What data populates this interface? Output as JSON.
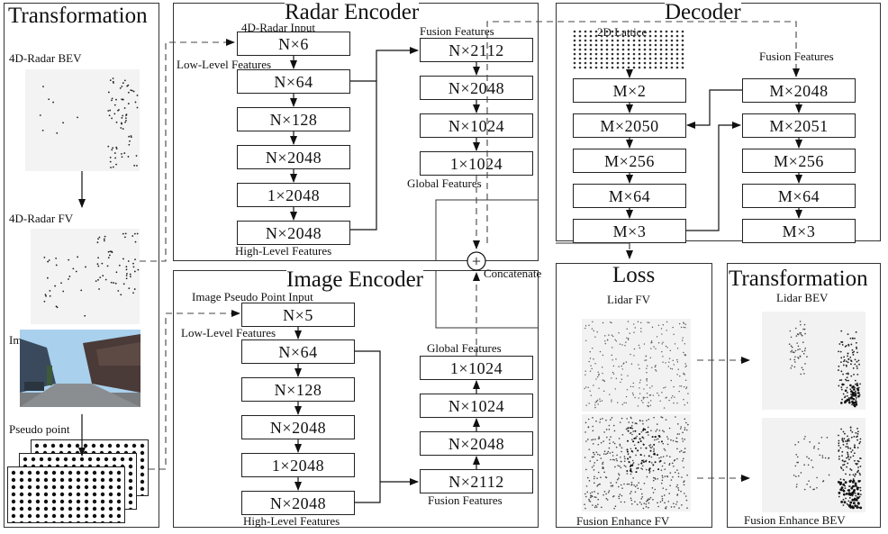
{
  "panels": {
    "left_title": "Transformation",
    "radar_encoder_title": "Radar Encoder",
    "image_encoder_title": "Image Encoder",
    "decoder_title": "Decoder",
    "loss_title": "Loss",
    "right_title": "Transformation"
  },
  "left": {
    "radar_bev": "4D-Radar BEV",
    "radar_fv": "4D-Radar FV",
    "image": "Image",
    "pseudo_point": "Pseudo point"
  },
  "radar_encoder": {
    "input_label": "4D-Radar Input",
    "low_level": "Low-Level Features",
    "high_level": "High-Level  Features",
    "fusion_features": "Fusion Features",
    "global_features": "Global Features",
    "mlp": [
      "N×6",
      "N×64",
      "N×128",
      "N×2048",
      "1×2048",
      "N×2048"
    ],
    "fusion": [
      "N×2112",
      "N×2048",
      "N×1024",
      "1×1024"
    ]
  },
  "image_encoder": {
    "input_label": "Image Pseudo Point Input",
    "low_level": "Low-Level Features",
    "high_level": "High-Level  Features",
    "global_features": "Global Features",
    "fusion_features": "Fusion Features",
    "mlp": [
      "N×5",
      "N×64",
      "N×128",
      "N×2048",
      "1×2048",
      "N×2048"
    ],
    "fusion": [
      "1×1024",
      "N×1024",
      "N×2048",
      "N×2112"
    ]
  },
  "concat": {
    "symbol": "+",
    "label": "Concatenate"
  },
  "decoder": {
    "lattice_label": "2D Lattice",
    "fusion_features": "Fusion Features",
    "left_col": [
      "M×2",
      "M×2050",
      "M×256",
      "M×64",
      "M×3"
    ],
    "right_col": [
      "M×2048",
      "M×2051",
      "M×256",
      "M×64",
      "M×3"
    ]
  },
  "loss": {
    "lidar_fv": "Lidar FV",
    "fusion_fv": "Fusion Enhance FV"
  },
  "transformation": {
    "lidar_bev": "Lidar BEV",
    "fusion_bev": "Fusion Enhance BEV"
  },
  "colors": {
    "stroke": "#222222",
    "image_sky": "#9ec8e8",
    "image_building": "#3a4a5c",
    "image_road": "#7a7d80"
  }
}
